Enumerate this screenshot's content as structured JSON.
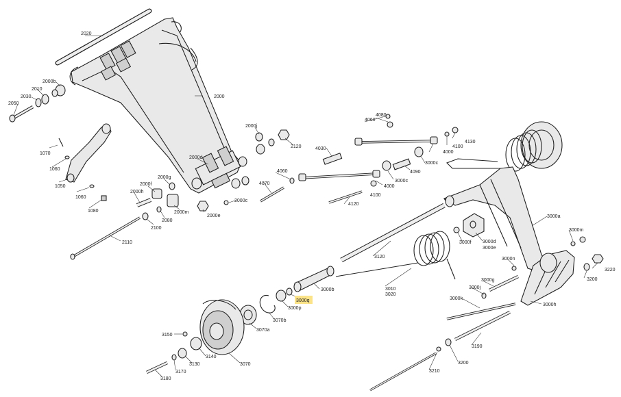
{
  "labels": [
    {
      "id": "l2020",
      "text": "2020"
    },
    {
      "id": "l2000",
      "text": "2000"
    },
    {
      "id": "l2000b",
      "text": "2000b"
    },
    {
      "id": "l2010",
      "text": "2010"
    },
    {
      "id": "l2030",
      "text": "2030"
    },
    {
      "id": "l2050",
      "text": "2050"
    },
    {
      "id": "l1070",
      "text": "1070"
    },
    {
      "id": "l1060a",
      "text": "1060"
    },
    {
      "id": "l1050",
      "text": "1050"
    },
    {
      "id": "l1060b",
      "text": "1060"
    },
    {
      "id": "l1080",
      "text": "1080"
    },
    {
      "id": "l2000j",
      "text": "2000j"
    },
    {
      "id": "l2120",
      "text": "2120"
    },
    {
      "id": "l2000d",
      "text": "2000d"
    },
    {
      "id": "l2000g",
      "text": "2000g"
    },
    {
      "id": "l2000f",
      "text": "2000f"
    },
    {
      "id": "l2000h",
      "text": "2000h"
    },
    {
      "id": "l2000m",
      "text": "2000m"
    },
    {
      "id": "l2080",
      "text": "2080"
    },
    {
      "id": "l2100",
      "text": "2100"
    },
    {
      "id": "l2000c",
      "text": "2000c"
    },
    {
      "id": "l2000e",
      "text": "2000e"
    },
    {
      "id": "l2110",
      "text": "2110"
    },
    {
      "id": "l4070",
      "text": "4070"
    },
    {
      "id": "l4060a",
      "text": "4060"
    },
    {
      "id": "l4080",
      "text": "4080"
    },
    {
      "id": "l4060b",
      "text": "4060"
    },
    {
      "id": "l4030",
      "text": "4030"
    },
    {
      "id": "l4130",
      "text": "4130"
    },
    {
      "id": "l4100a",
      "text": "4100"
    },
    {
      "id": "l4000a",
      "text": "4000"
    },
    {
      "id": "l3000c_a",
      "text": "3000c"
    },
    {
      "id": "l4090",
      "text": "4090"
    },
    {
      "id": "l3000c_b",
      "text": "3000c"
    },
    {
      "id": "l4000b",
      "text": "4000"
    },
    {
      "id": "l4100b",
      "text": "4100"
    },
    {
      "id": "l4120",
      "text": "4120"
    },
    {
      "id": "l3000a",
      "text": "3000a"
    },
    {
      "id": "l3000m",
      "text": "3000m"
    },
    {
      "id": "l3000f",
      "text": "3000f"
    },
    {
      "id": "l3000d",
      "text": "3000d"
    },
    {
      "id": "l3000e",
      "text": "3000e"
    },
    {
      "id": "l3000n",
      "text": "3000n"
    },
    {
      "id": "l3220",
      "text": "3220"
    },
    {
      "id": "l3200a",
      "text": "3200"
    },
    {
      "id": "l3120",
      "text": "3120"
    },
    {
      "id": "l3010",
      "text": "3010"
    },
    {
      "id": "l3020",
      "text": "3020"
    },
    {
      "id": "l3000b",
      "text": "3000b"
    },
    {
      "id": "l3000q",
      "text": "3000q"
    },
    {
      "id": "l3000p",
      "text": "3000p"
    },
    {
      "id": "l3070b",
      "text": "3070b"
    },
    {
      "id": "l3070a",
      "text": "3070a"
    },
    {
      "id": "l3000j",
      "text": "3000j"
    },
    {
      "id": "l3000g",
      "text": "3000g"
    },
    {
      "id": "l3000k",
      "text": "3000k"
    },
    {
      "id": "l3000h",
      "text": "3000h"
    },
    {
      "id": "l3190",
      "text": "3190"
    },
    {
      "id": "l3200b",
      "text": "3200"
    },
    {
      "id": "l3210",
      "text": "3210"
    },
    {
      "id": "l3150",
      "text": "3150"
    },
    {
      "id": "l3140",
      "text": "3140"
    },
    {
      "id": "l3130",
      "text": "3130"
    },
    {
      "id": "l3170",
      "text": "3170"
    },
    {
      "id": "l3180",
      "text": "3180"
    },
    {
      "id": "l3070",
      "text": "3070"
    }
  ],
  "highlight_label": "3000q",
  "highlight_color": "#fbe38a"
}
